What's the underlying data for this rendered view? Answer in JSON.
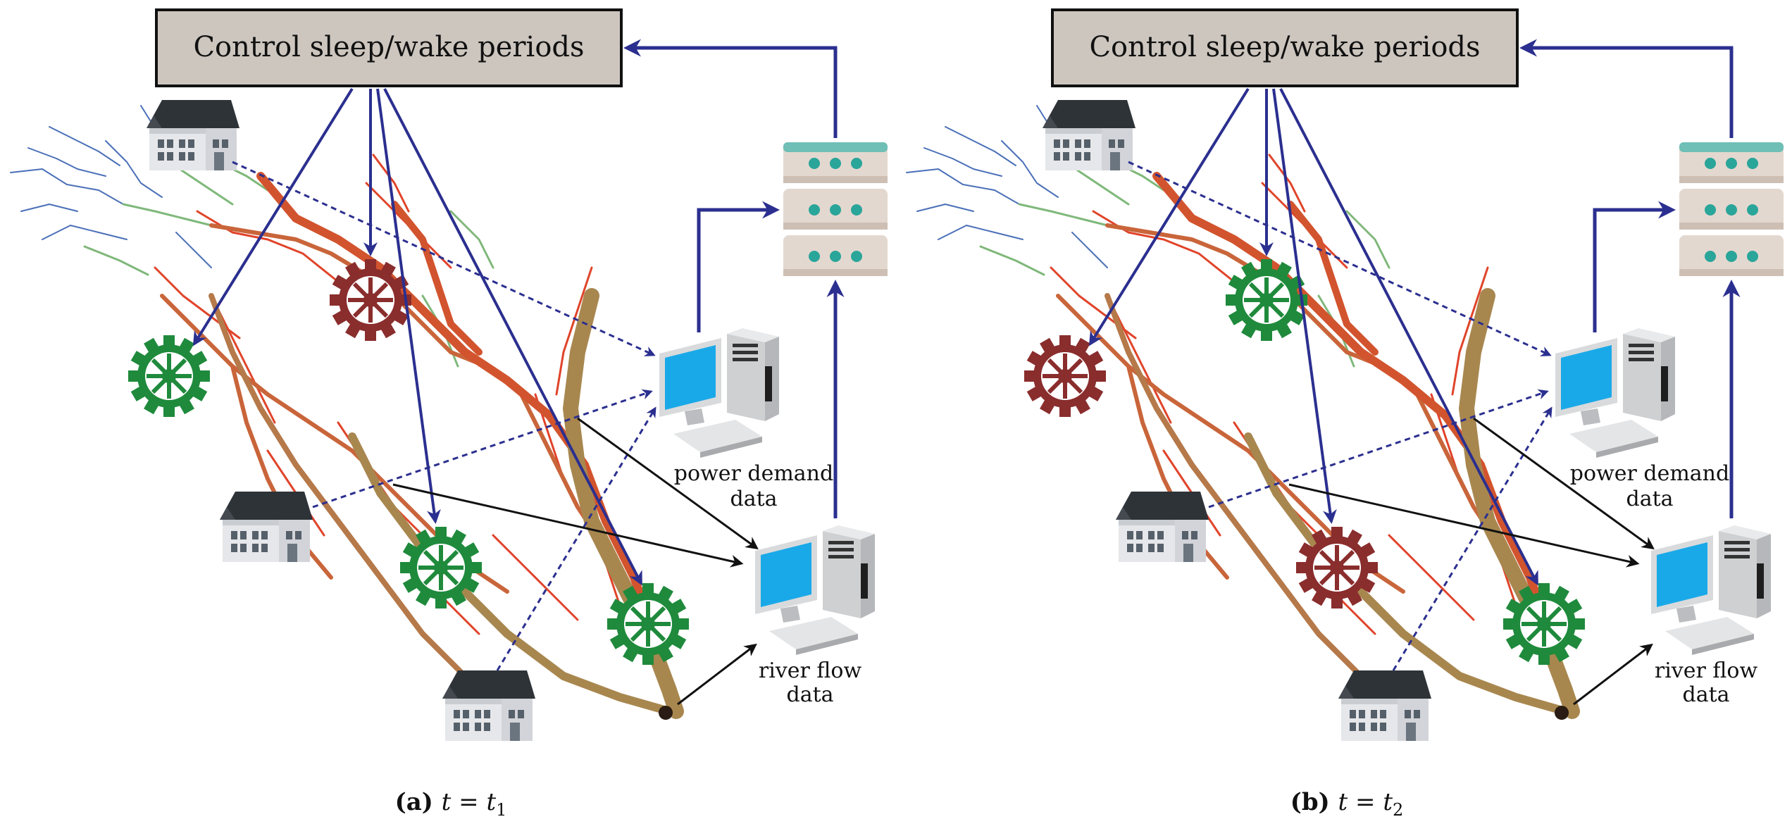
{
  "panels": [
    {
      "control_label": "Control sleep/wake periods",
      "power_label_1": "power demand",
      "power_label_2": "data",
      "flow_label_1": "river flow",
      "flow_label_2": "data",
      "caption": {
        "letter": "(a)",
        "var": "t",
        "eq": "=",
        "rhs": "t",
        "sub": "1"
      },
      "turbines": [
        "active",
        "inactive",
        "active",
        "active"
      ]
    },
    {
      "control_label": "Control sleep/wake periods",
      "power_label_1": "power demand",
      "power_label_2": "data",
      "flow_label_1": "river flow",
      "flow_label_2": "data",
      "caption": {
        "letter": "(b)",
        "var": "t",
        "eq": "=",
        "rhs": "t",
        "sub": "2"
      },
      "turbines": [
        "inactive",
        "active",
        "inactive",
        "active"
      ]
    }
  ],
  "colors": {
    "active_turbine": "#1f8a3c",
    "inactive_turbine": "#8a2d2d",
    "control_arrow": "#2b2f8f",
    "data_arrow": "#111111",
    "control_box": "#cdc6bf",
    "monitor_screen": "#1aa9e8",
    "server": "#e3d8cf",
    "server_light": "#2aa59a",
    "house_roof": "#2e3338",
    "house_wall": "#e6e7ea",
    "river_main": "#a8874f",
    "river_red": "#e0442a",
    "river_blue": "#4a6fb8",
    "river_green": "#7fb87a"
  },
  "icons": [
    "house-icon",
    "turbine-gear-icon",
    "computer-icon",
    "server-icon"
  ]
}
